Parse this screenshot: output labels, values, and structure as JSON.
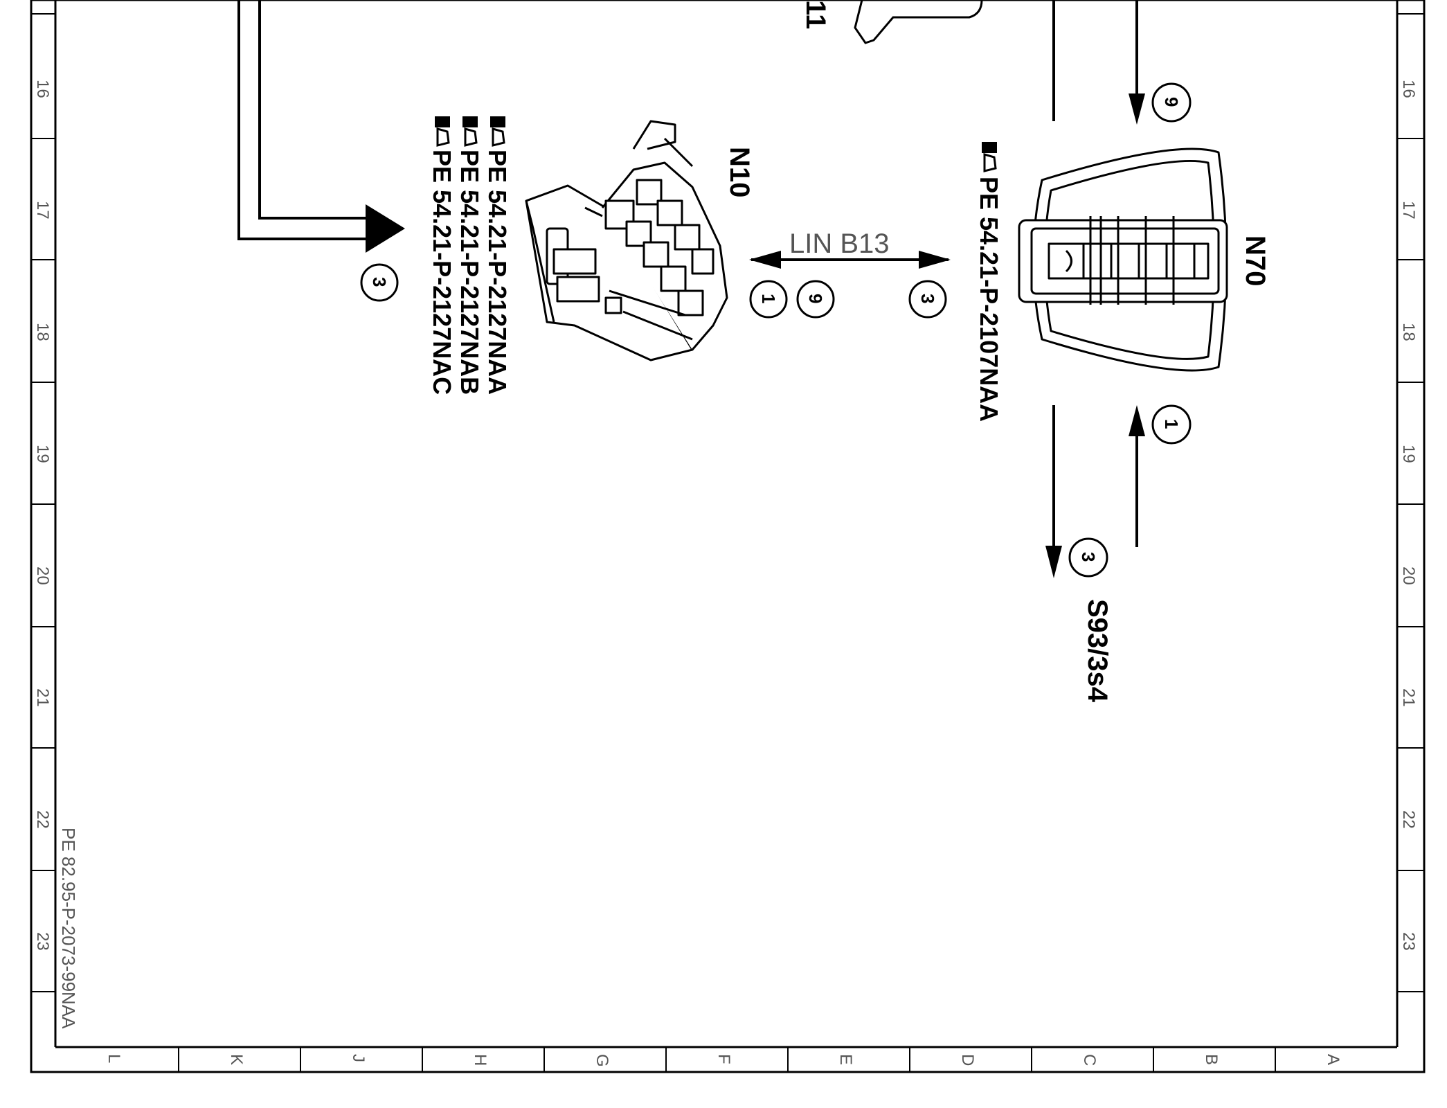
{
  "frame": {
    "row_numbers": [
      "16",
      "17",
      "18",
      "19",
      "20",
      "21",
      "22",
      "23"
    ],
    "column_letters": [
      "L",
      "K",
      "J",
      "H",
      "G",
      "F",
      "E",
      "D",
      "C",
      "B",
      "A"
    ]
  },
  "components": {
    "n10": {
      "label": "N10",
      "icon": "relay-module-icon",
      "refs": [
        "PE 54.21-P-2127NAA",
        "PE 54.21-P-2127NAB",
        "PE 54.21-P-2127NAC"
      ]
    },
    "n70": {
      "label": "N70",
      "icon": "overhead-control-panel-icon",
      "refs": [
        "PE 54.21-P-2107NAA"
      ]
    },
    "partial_label": "11",
    "s93": {
      "label": "S93/3s4"
    }
  },
  "bus": {
    "label": "LIN B13"
  },
  "markers": {
    "m_left_3": "3",
    "m_bus_1": "1",
    "m_bus_9": "9",
    "m_bus_3": "3",
    "m_n70_9": "9",
    "m_n70_1": "1",
    "m_s93_3": "3"
  },
  "document_number": "PE 82.95-P-2073-99NAA",
  "colors": {
    "line": "#000000",
    "frame_text": "#555555",
    "background": "#ffffff"
  }
}
